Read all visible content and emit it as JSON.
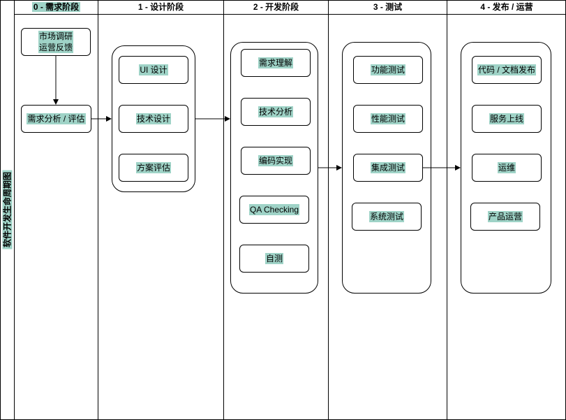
{
  "pool": {
    "title": "软件开发生命周期图"
  },
  "lanes": [
    {
      "title": "0 - 需求阶段"
    },
    {
      "title": "1 - 设计阶段"
    },
    {
      "title": "2 - 开发阶段"
    },
    {
      "title": "3 - 测试"
    },
    {
      "title": "4 - 发布 / 运营"
    }
  ],
  "nodes": {
    "market_research": {
      "line1": "市场调研",
      "line2": "运营反馈"
    },
    "requirements_analysis": "需求分析 / 评估",
    "ui_design": "UI 设计",
    "tech_design": "技术设计",
    "solution_review": "方案评估",
    "req_understanding": "需求理解",
    "tech_analysis": "技术分析",
    "coding": "编码实现",
    "qa_checking": "QA Checking",
    "self_test": "自测",
    "functional_test": "功能测试",
    "performance_test": "性能测试",
    "integration_test": "集成测试",
    "system_test": "系统测试",
    "code_doc_release": "代码 / 文档发布",
    "service_launch": "服务上线",
    "operations": "运维",
    "product_operation": "产品运营"
  },
  "colors": {
    "highlight": "#9fd3c7",
    "stroke": "#000000"
  }
}
